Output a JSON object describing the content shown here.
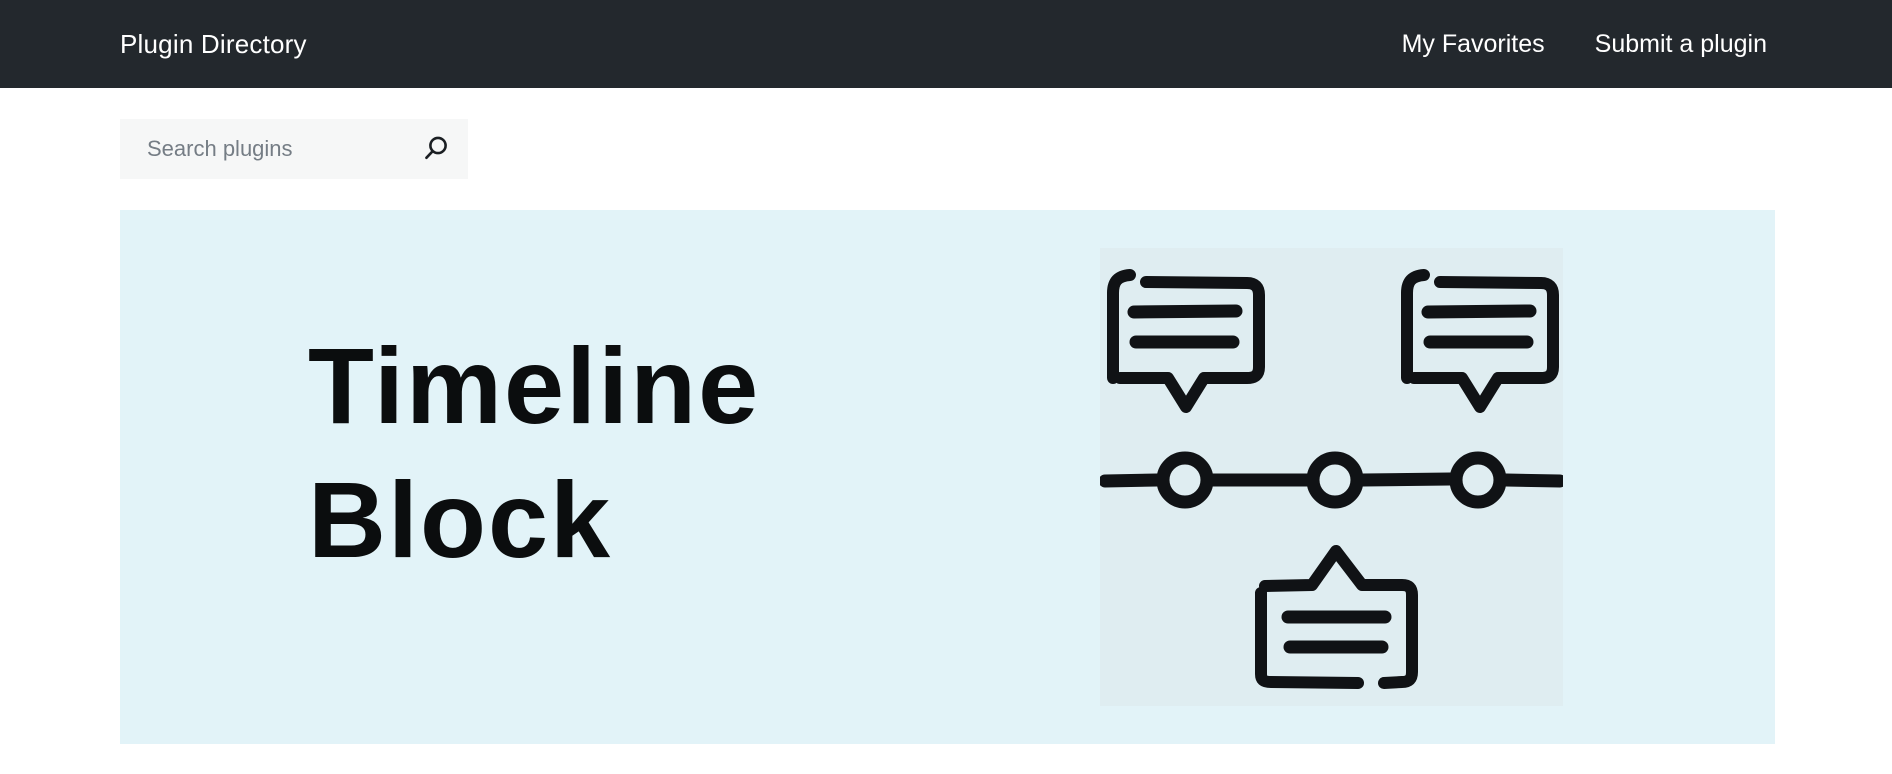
{
  "header": {
    "background": "#23282d",
    "site_title": "Plugin Directory",
    "nav_links": [
      {
        "label": "My Favorites"
      },
      {
        "label": "Submit a plugin"
      }
    ]
  },
  "search": {
    "placeholder": "Search plugins",
    "value": "",
    "icon": "magnifier-icon",
    "background": "#f6f7f7"
  },
  "banner": {
    "background": "#e2f3f8",
    "title_line1": "Timeline",
    "title_line2": "Block",
    "text_color": "#0b0d0e",
    "illustration": {
      "name": "timeline-with-comment-bubbles-illustration",
      "background": "#dfedf1",
      "stroke_color": "#101215"
    }
  }
}
